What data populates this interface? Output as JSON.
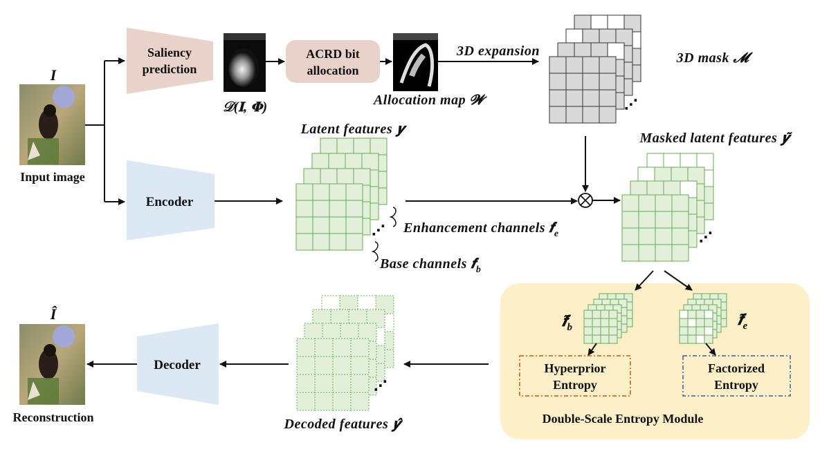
{
  "labels": {
    "input_symbol": "I",
    "input_image": "Input image",
    "saliency_prediction_line1": "Saliency",
    "saliency_prediction_line2": "prediction",
    "saliency_map_symbol": "𝒟(𝐈, 𝚽)",
    "acrd_line1": "ACRD bit",
    "acrd_line2": "allocation",
    "allocation_map": "Allocation map 𝓦",
    "expansion": "3D expansion",
    "mask": "3D mask 𝓜",
    "encoder": "Encoder",
    "latent_features": "Latent features 𝒚",
    "enhancement_channels": "Enhancement channels 𝒇",
    "enhancement_sub": "e",
    "base_channels": "Base channels 𝒇",
    "base_sub": "b",
    "masked_latent": "Masked latent features 𝒚̃",
    "fb_tilde": "𝒇̃",
    "fb_sub": "b",
    "fe_tilde": "𝒇̃",
    "fe_sub": "e",
    "hyperprior_line1": "Hyperprior",
    "hyperprior_line2": "Entropy",
    "factorized_line1": "Factorized",
    "factorized_line2": "Entropy",
    "entropy_module": "Double-Scale Entropy Module",
    "decoder": "Decoder",
    "decoded_features": "Decoded features 𝒚̂",
    "recon_symbol": "Î",
    "reconstruction": "Reconstruction",
    "ellipsis": "⋰"
  },
  "colors": {
    "saliency_fill": "#e9d2ca",
    "encoder_fill": "#dce8f4",
    "grid_green_fill": "#e2f0d9",
    "grid_green_stroke": "#6aaa55",
    "mask_fill": "#d9d9d9",
    "entropy_panel": "#fdf0c8",
    "hyperprior_border": "#c55a11",
    "factorized_border": "#3d5a9e"
  },
  "icons": {
    "multiply": "circle-times-icon"
  }
}
